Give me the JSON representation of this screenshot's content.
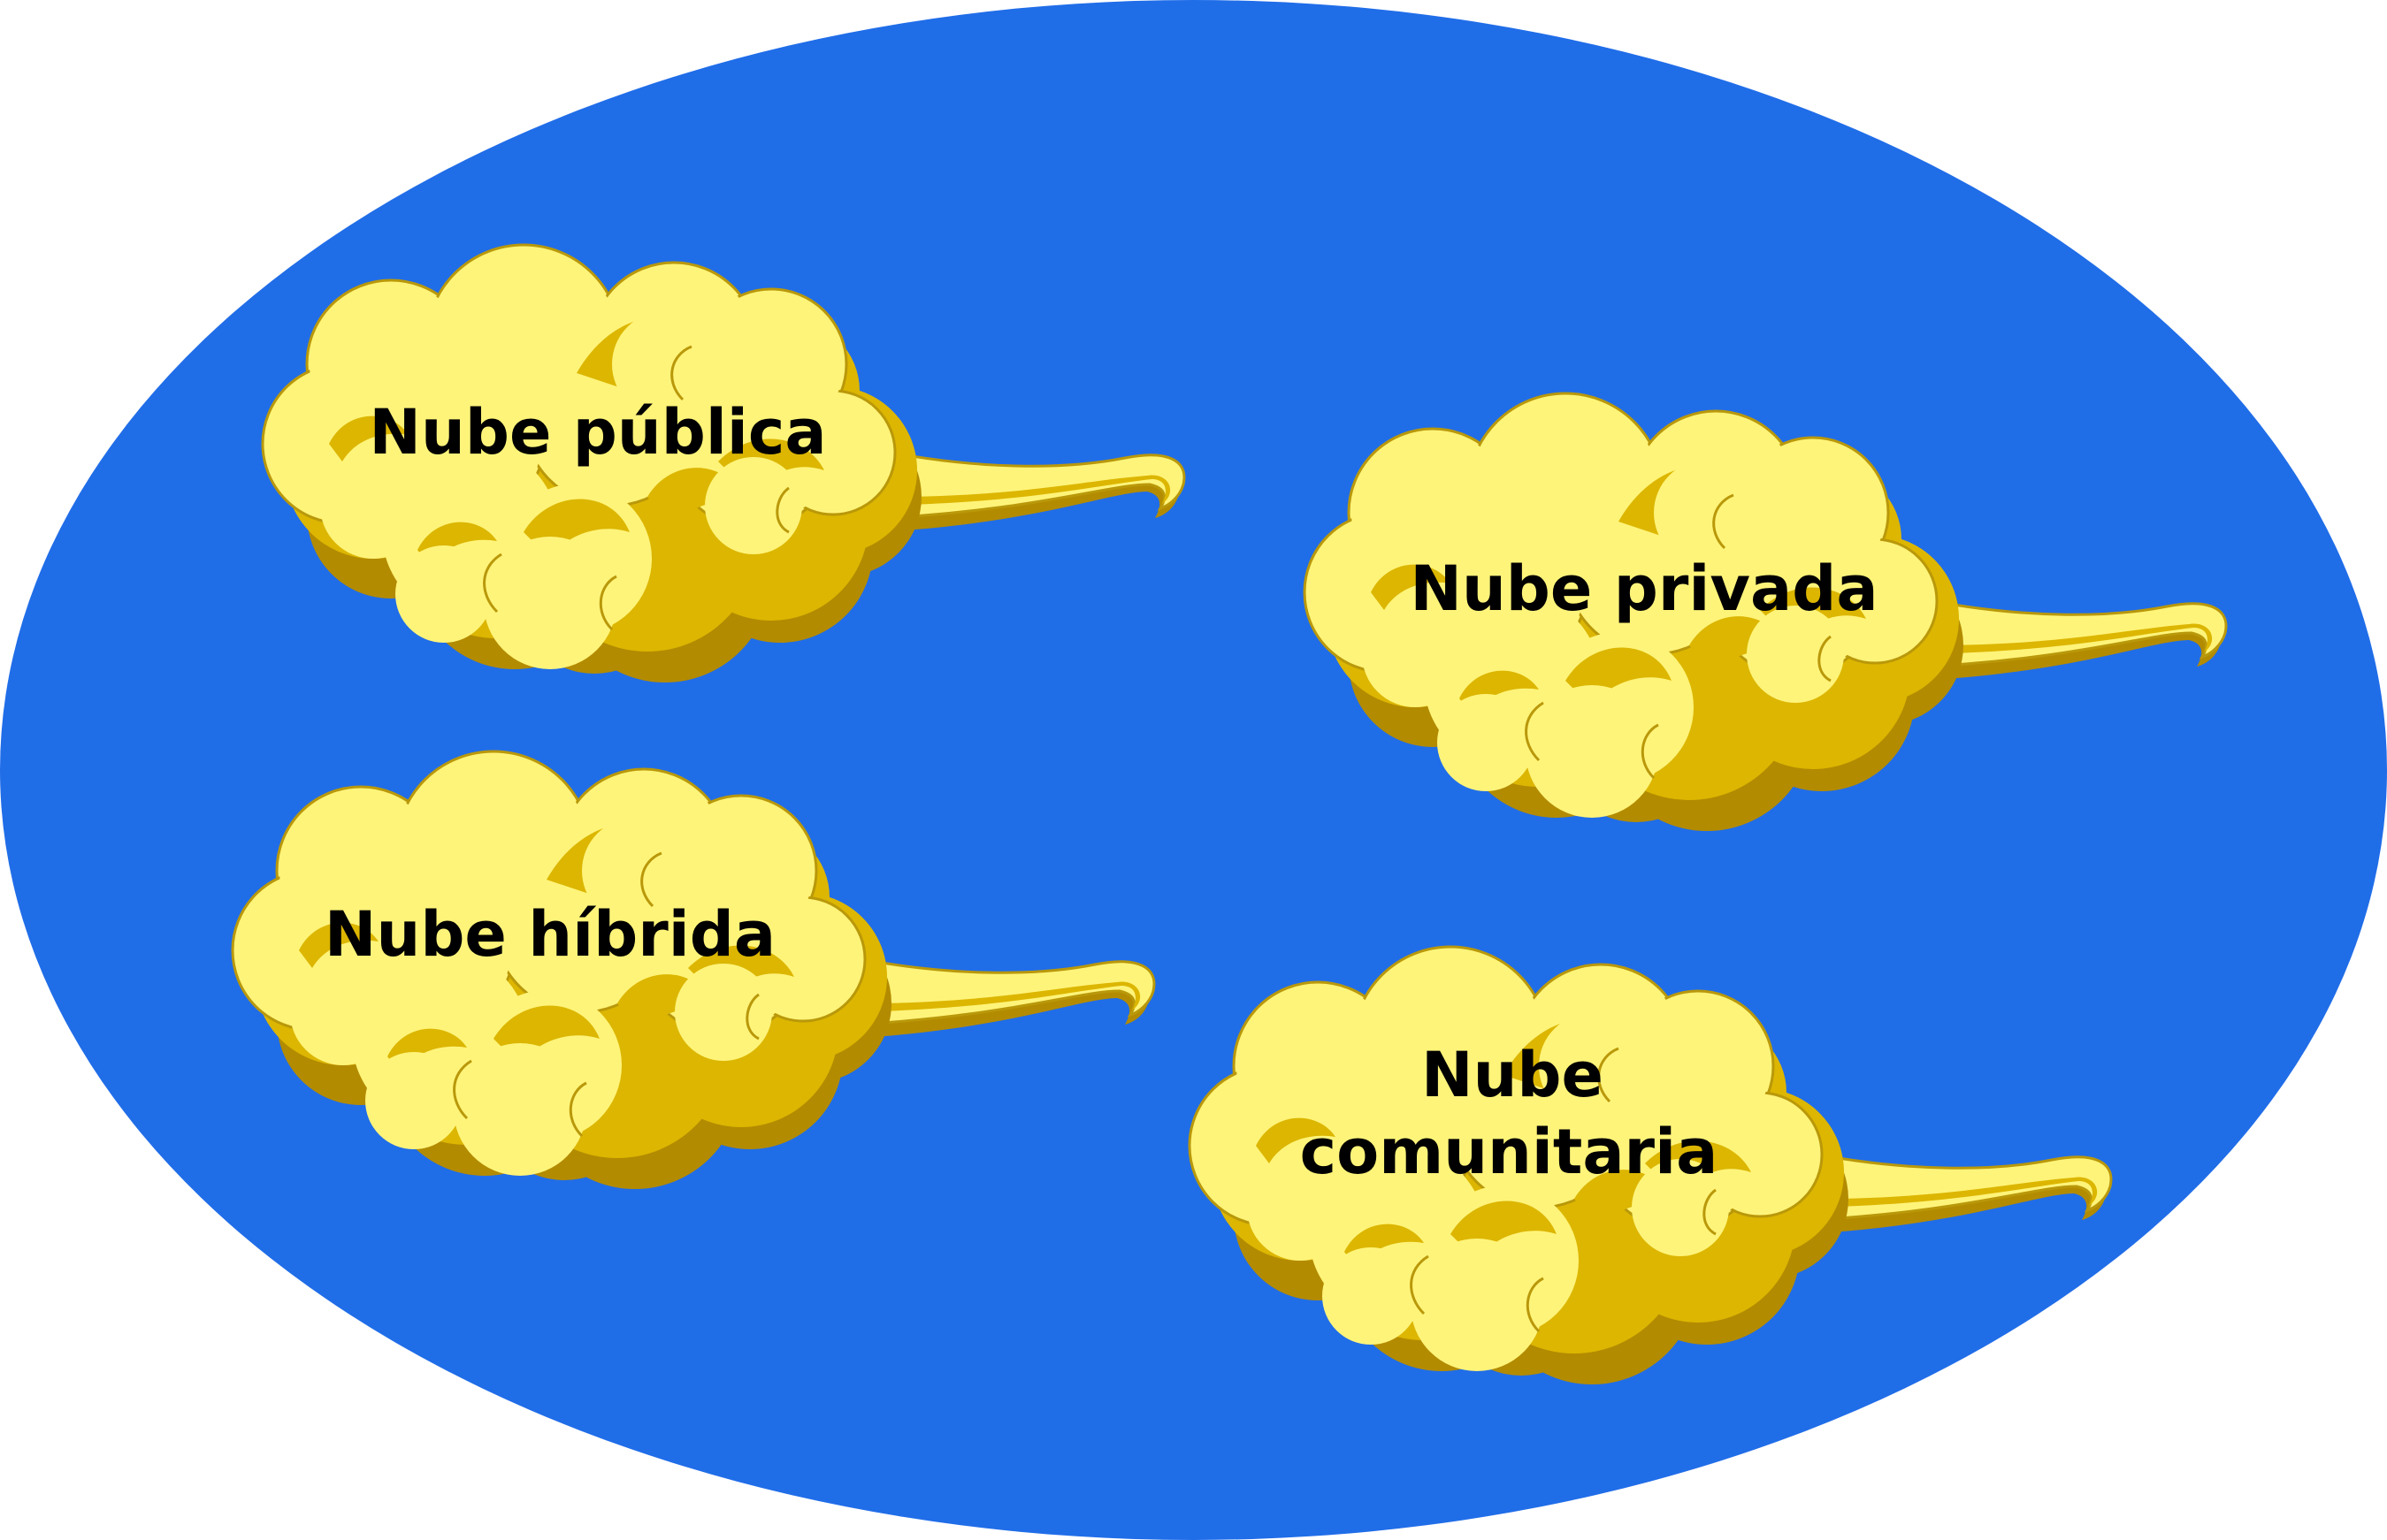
{
  "diagram": {
    "background_color": "#206DE8",
    "cloud_colors": {
      "light": "#FFF47A",
      "mid": "#DCB600",
      "dark": "#B38B00",
      "outline": "#B9980A"
    },
    "clouds": [
      {
        "id": "public",
        "label": "Nube pública"
      },
      {
        "id": "private",
        "label": "Nube privada"
      },
      {
        "id": "hybrid",
        "label": "Nube híbrida"
      },
      {
        "id": "community",
        "label_line1": "Nube",
        "label_line2": "comunitaria"
      }
    ]
  }
}
